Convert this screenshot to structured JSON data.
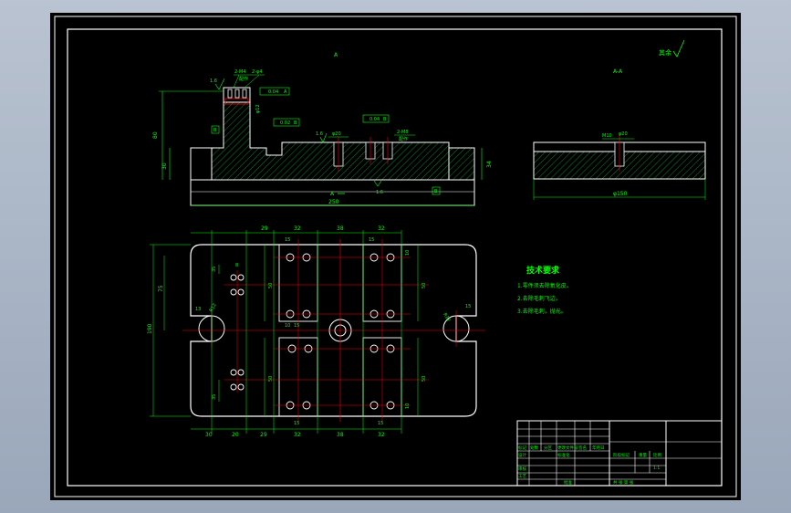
{
  "colors": {
    "background": "#000000",
    "frame": "#ffffff",
    "outline": "#ffffff",
    "dimension": "#00ff00",
    "centerline": "#ff0000",
    "hatch": "#00aa44",
    "text": "#00ff00",
    "title_block": "#ffffff"
  },
  "drawing": {
    "roughness_note": "其余",
    "section_label": "A",
    "section_view_label": "A-A",
    "front_view": {
      "dims": {
        "total_height": "80",
        "base_height": "30",
        "right_height": "34",
        "total_length": "250",
        "roughness_mid": "1.6",
        "roughness_top": "1.6",
        "datum_b": "B",
        "datum_bottom": "B",
        "hole_top": "2-M4",
        "hole_top2": "2-φ4",
        "hole_top_note": "配作",
        "hole_right": "2-M8",
        "hole_right_note": "配作",
        "dia_20": "φ20",
        "tol_box_1": "0.04",
        "tol_box_2": "0.02",
        "tol_box_3": "0.04",
        "tol_ref_a": "A",
        "tol_ref_b": "B",
        "tol_ref_c": "B",
        "dia_12": "φ12",
        "sec_a_top": "A",
        "sec_a_bottom": "A"
      }
    },
    "side_view": {
      "dims": {
        "width": "φ150",
        "dia_20": "φ20",
        "m10": "M10"
      }
    },
    "plan_view": {
      "top_dims": [
        "29",
        "32",
        "38",
        "32"
      ],
      "bottom_dims": [
        "30",
        "20",
        "29",
        "32",
        "38",
        "32"
      ],
      "bottom_small": [
        "15",
        "15"
      ],
      "left_dims": [
        "35",
        "8",
        "75",
        "190",
        "35",
        "13",
        "R12"
      ],
      "right_dims": [
        "15",
        "R12"
      ],
      "inner_dims": [
        "15",
        "50",
        "50",
        "50",
        "50",
        "10",
        "10",
        "15",
        "15",
        "10"
      ]
    }
  },
  "technical_requirements": {
    "title": "技术要求",
    "items": [
      "1.零件须去除氧化皮。",
      "2.去除毛刺飞边。",
      "3.去除毛刺，抛光。"
    ]
  },
  "title_block": {
    "labels": [
      "标记",
      "处数",
      "分区",
      "更改文件号",
      "签名",
      "年月日"
    ],
    "labels2": [
      "设计",
      "标准化",
      "阶段标记",
      "重量",
      "比例"
    ],
    "labels3": [
      "审核",
      "工艺",
      "批准"
    ],
    "sheet": "共  张  第  张",
    "scale": "1:1"
  }
}
